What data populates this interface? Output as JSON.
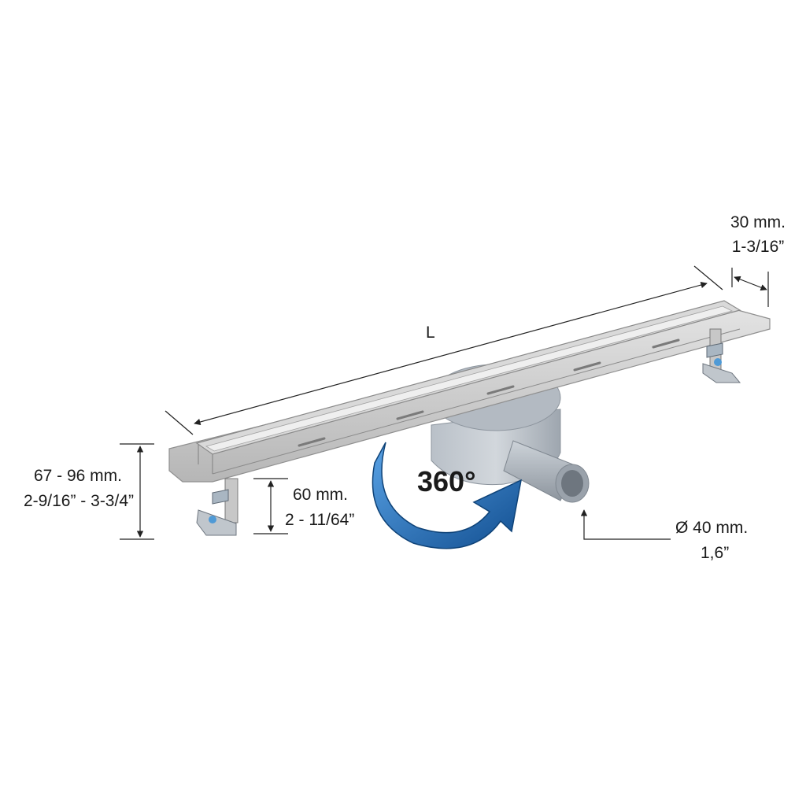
{
  "labels": {
    "length": "L",
    "width_mm": "30 mm.",
    "width_in": "1-3/16”",
    "height_range_mm": "67 - 96 mm.",
    "height_range_in": "2-9/16” - 3-3/4”",
    "outlet_height_mm": "60 mm.",
    "outlet_height_in": "2 - 11/64”",
    "rotation": "360°",
    "outlet_diameter_mm": "Ø 40 mm.",
    "outlet_diameter_in": "1,6”"
  },
  "colors": {
    "steel": "#c9c9c9",
    "steel_dark": "#9a9a9a",
    "body_grey": "#a9b1ba",
    "arrow_blue": "#1f6bb8",
    "dimension_line": "#222222"
  }
}
